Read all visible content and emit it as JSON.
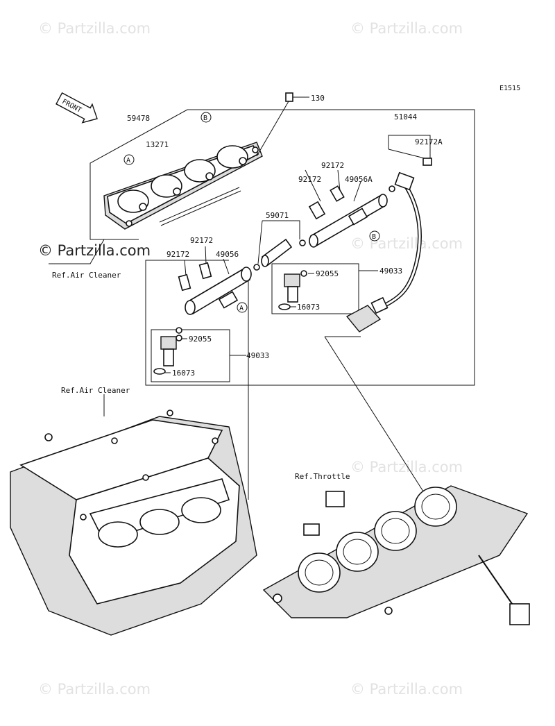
{
  "watermark": "© Partzilla.com",
  "diagram_code": "E1515",
  "front_label": "FRONT",
  "callouts": {
    "a": "A",
    "b": "B"
  },
  "refs": {
    "air_cleaner_top": "Ref.Air Cleaner",
    "air_cleaner_mid": "Ref.Air Cleaner",
    "throttle": "Ref.Throttle"
  },
  "parts": {
    "p130": "130",
    "p59478": "59478",
    "p13271": "13271",
    "p51044": "51044",
    "p92172a": "92172A",
    "p92172_r1": "92172",
    "p92172_r2": "92172",
    "p49056a": "49056A",
    "p59071": "59071",
    "p92172_l1": "92172",
    "p92172_l2": "92172",
    "p49056": "49056",
    "p92055_r": "92055",
    "p49033_r": "49033",
    "p16073_r": "16073",
    "p92055_l": "92055",
    "p49033_l": "49033",
    "p16073_l": "16073"
  }
}
